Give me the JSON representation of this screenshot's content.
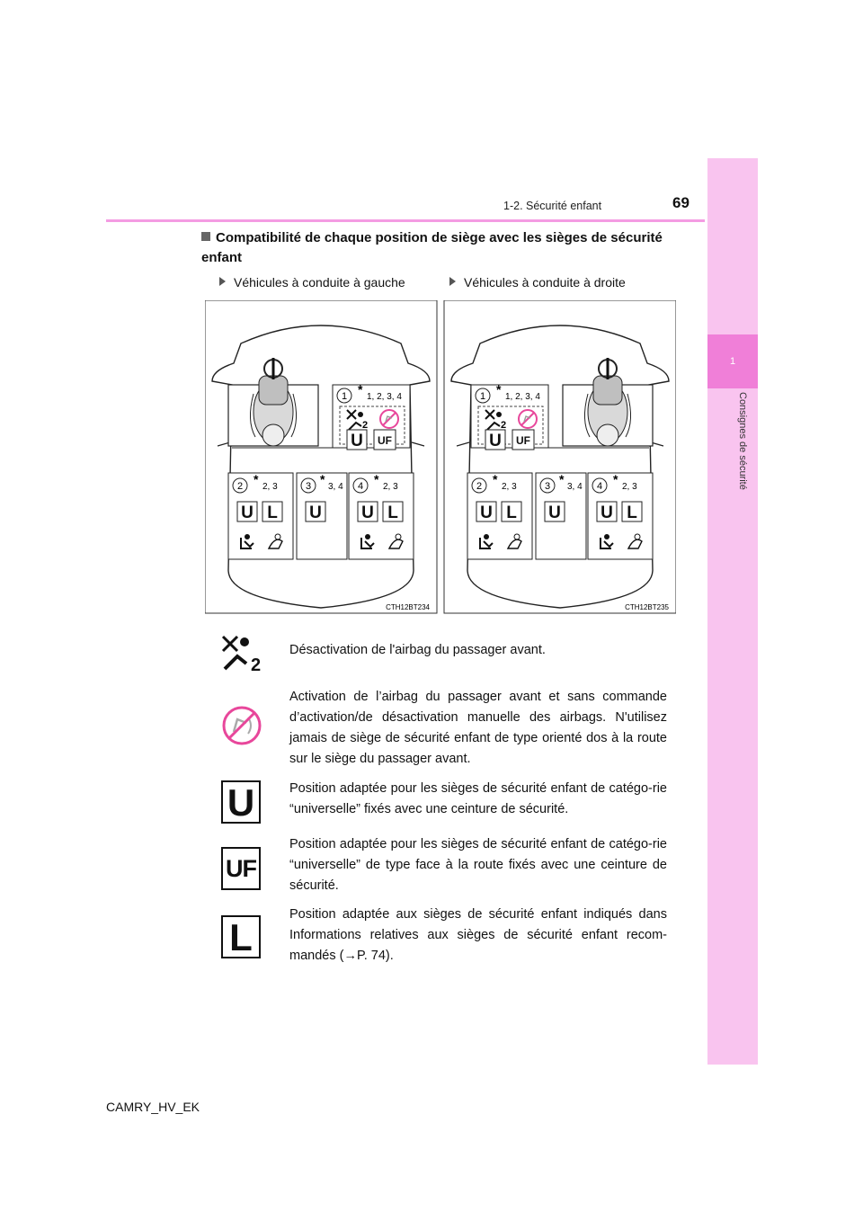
{
  "header": {
    "section": "1-2. Sécurité enfant",
    "page_number": "69"
  },
  "side_tab": {
    "chapter_number": "1",
    "chapter_title": "Consignes de sécurité"
  },
  "heading": "Compatibilité de chaque position de siège avec les sièges de sécurité enfant",
  "subheadings": {
    "left": "Véhicules à conduite à gauche",
    "right": "Véhicules à conduite à droite"
  },
  "diagrams": {
    "left_code": "CTH12BT234",
    "right_code": "CTH12BT235",
    "seat_labels": {
      "s1_num": "1",
      "s1_notes": "1, 2, 3, 4",
      "s2_num": "2",
      "s2_notes": "2, 3",
      "s3_num": "3",
      "s3_notes": "3, 4",
      "s4_num": "4",
      "s4_notes": "2, 3",
      "asterisk": "*",
      "u": "U",
      "l": "L",
      "uf": "UF",
      "two": "2"
    }
  },
  "legend": [
    {
      "icon": "airbag-off-icon",
      "text": "Désactivation de l'airbag du passager avant."
    },
    {
      "icon": "no-rear-facing-seat-icon",
      "text": "Activation de l’airbag du passager avant et sans commande d’activation/de désactivation manuelle des airbags. N'utilisez jamais de siège de sécurité enfant de type orienté dos à la route sur le siège du passager avant."
    },
    {
      "icon": "universal-u-icon",
      "label": "U",
      "text": "Position adaptée pour les sièges de sécurité enfant de catégo-rie “universelle” fixés avec une ceinture de sécurité."
    },
    {
      "icon": "universal-forward-uf-icon",
      "label": "UF",
      "text": "Position adaptée pour les sièges de sécurité enfant de catégo-rie “universelle” de type face à la route fixés avec une ceinture de sécurité."
    },
    {
      "icon": "isofix-l-icon",
      "label": "L",
      "text": "Position adaptée aux sièges de sécurité enfant indiqués dans Informations relatives aux sièges de sécurité enfant recom-mandés (→P. 74)."
    }
  ],
  "footer": "CAMRY_HV_EK",
  "colors": {
    "accent_pink": "#f49ce2",
    "tab_pink": "#f9c4ef",
    "tab_dark": "#f07fd8",
    "prohibit_pink": "#e8479b"
  }
}
